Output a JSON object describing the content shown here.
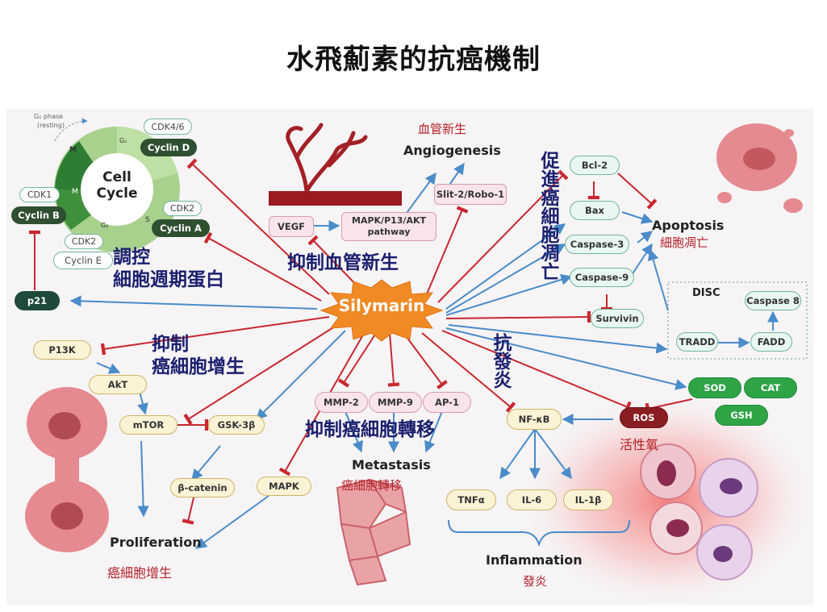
{
  "title": "水飛薊素的抗癌機制",
  "center": "Silymarin",
  "cell_cycle": {
    "label": "Cell\nCycle",
    "g0_phase": "G₀ phase",
    "g0_resting": "(resting)",
    "phases": [
      "G₁",
      "S",
      "G₂",
      "M"
    ]
  },
  "nodes": {
    "cdk46": "CDK4/6",
    "cyclin_d": "Cyclin D",
    "cdk1": "CDK1",
    "cyclin_b": "Cyclin B",
    "cdk2_a": "CDK2",
    "cyclin_a": "Cyclin A",
    "cdk2_e": "CDK2",
    "cyclin_e": "Cyclin E",
    "p21": "p21",
    "vegf": "VEGF",
    "mapk_pathway": "MAPK/P13/AKT\npathway",
    "slit_robo": "Slit-2/Robo-1",
    "bcl2": "Bcl-2",
    "bax": "Bax",
    "caspase3": "Caspase-3",
    "caspase9": "Caspase-9",
    "survivin": "Survivin",
    "disc": "DISC",
    "caspase8": "Caspase 8",
    "tradd": "TRADD",
    "fadd": "FADD",
    "sod": "SOD",
    "cat": "CAT",
    "gsh": "GSH",
    "ros": "ROS",
    "p13k": "P13K",
    "akt": "AkT",
    "mtor": "mTOR",
    "gsk3b": "GSK-3β",
    "b_catenin": "β-catenin",
    "mapk": "MAPK",
    "mmp2": "MMP-2",
    "mmp9": "MMP-9",
    "ap1": "AP-1",
    "nfkb": "NF-κB",
    "tnfa": "TNFα",
    "il6": "IL-6",
    "il1b": "IL-1β"
  },
  "outcomes": {
    "angiogenesis": "Angiogenesis",
    "angiogenesis_zh": "血管新生",
    "apoptosis": "Apoptosis",
    "apoptosis_zh": "細胞凋亡",
    "metastasis": "Metastasis",
    "metastasis_zh": "癌細胞轉移",
    "proliferation": "Proliferation",
    "proliferation_zh": "癌細胞增生",
    "inflammation": "Inflammation",
    "inflammation_zh": "發炎",
    "ros_zh": "活性氧"
  },
  "annotations": {
    "regulate_cycle": "調控\n細胞週期蛋白",
    "inhibit_angio": "抑制血管新生",
    "promote_apoptosis": "促進癌細胞凋亡",
    "inhibit_prolif": "抑制\n癌細胞增生",
    "anti_inflammation": "抗發炎",
    "inhibit_metastasis": "抑制癌細胞轉移"
  },
  "colors": {
    "inhibit_red": "#c9272f",
    "activate_blue": "#4a8cc9",
    "sun_orange": "#f08a24",
    "annotation_navy": "#1a1f6e",
    "translation_red": "#b4202a"
  }
}
